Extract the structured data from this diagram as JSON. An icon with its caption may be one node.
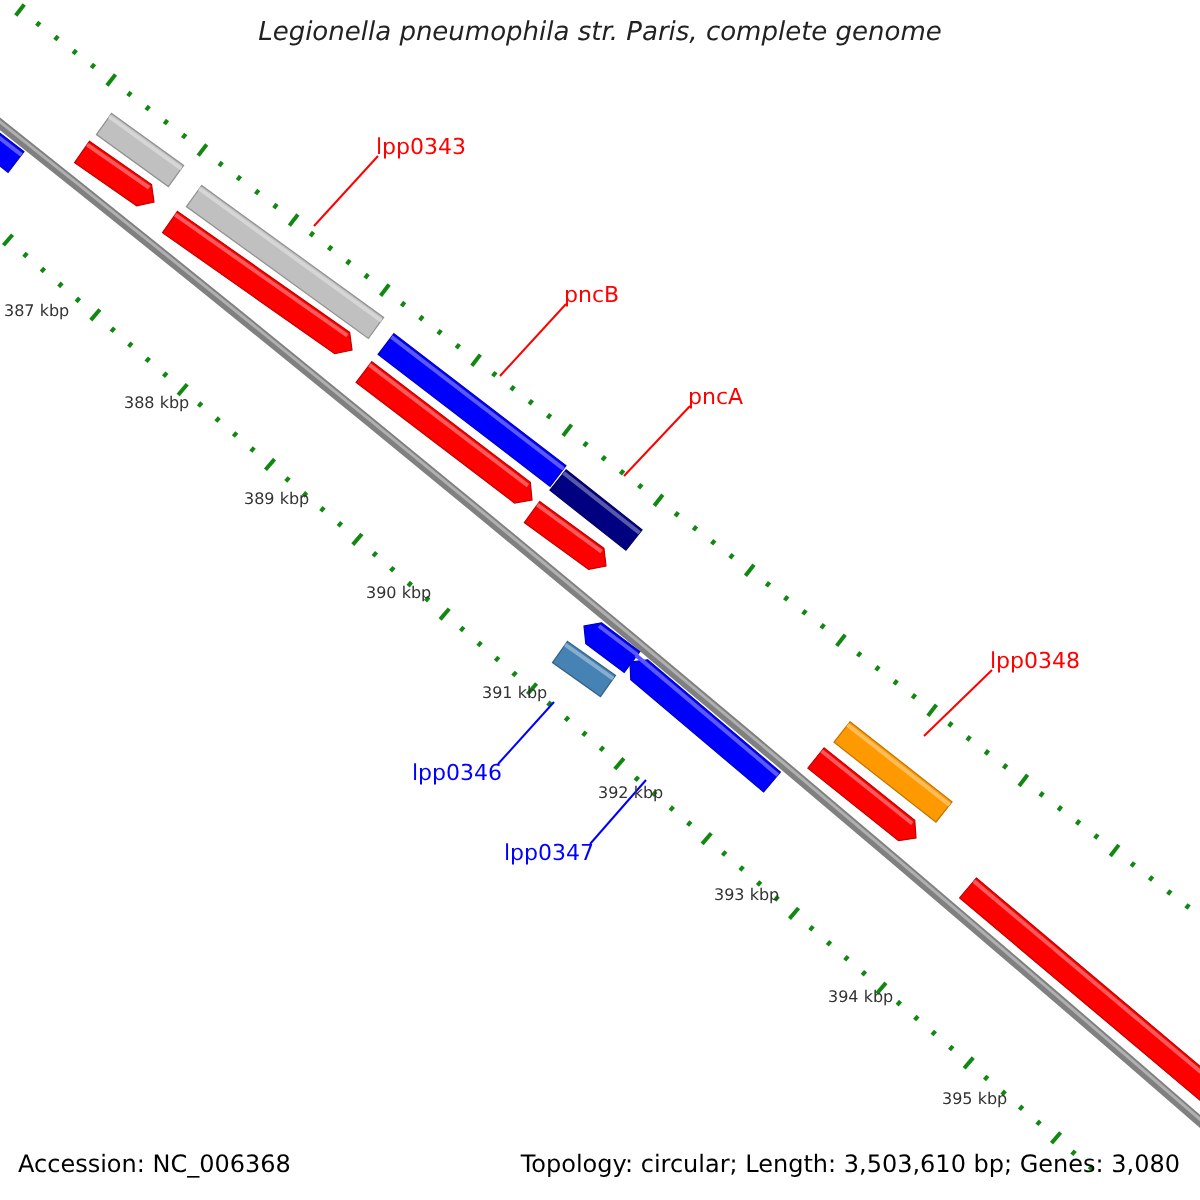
{
  "diagram": {
    "title": "Legionella pneumophila str. Paris, complete genome",
    "nodes": [
      {
        "text": [
          "lpp0343"
        ]
      },
      {
        "text": [],
        "shape": "bar"
      },
      {
        "text": [
          "pncB"
        ]
      },
      {
        "text": [],
        "shape": "bar"
      },
      {
        "text": [
          "pncA"
        ]
      },
      {
        "text": [],
        "shape": "bar"
      },
      {
        "text": [
          "lpp0348"
        ]
      },
      {
        "text": [],
        "shape": "bar"
      },
      {
        "text": [
          "lpp0346"
        ]
      },
      {
        "text": [],
        "shape": "bar"
      },
      {
        "text": [
          "lpp0347"
        ]
      },
      {
        "text": [],
        "shape": "bar"
      }
    ],
    "edges": [
      {
        "from": 0,
        "to": 1,
        "arrow": "none"
      },
      {
        "from": 2,
        "to": 3,
        "arrow": "none"
      },
      {
        "from": 4,
        "to": 5,
        "arrow": "none"
      },
      {
        "from": 6,
        "to": 7,
        "arrow": "none"
      },
      {
        "from": 8,
        "to": 9,
        "arrow": "none",
        "color": "#0000ff"
      },
      {
        "from": 10,
        "to": 11,
        "arrow": "none",
        "color": "#0000ff"
      }
    ],
    "labels": [
      "387 kbp",
      "388 kbp",
      "389 kbp",
      "390 kbp",
      "391 kbp",
      "392 kbp",
      "393 kbp",
      "394 kbp",
      "395 kbp",
      "Accession: NC_006368",
      "Topology: circular; Length: 3,503,610 bp; Genes: 3,080"
    ]
  }
}
